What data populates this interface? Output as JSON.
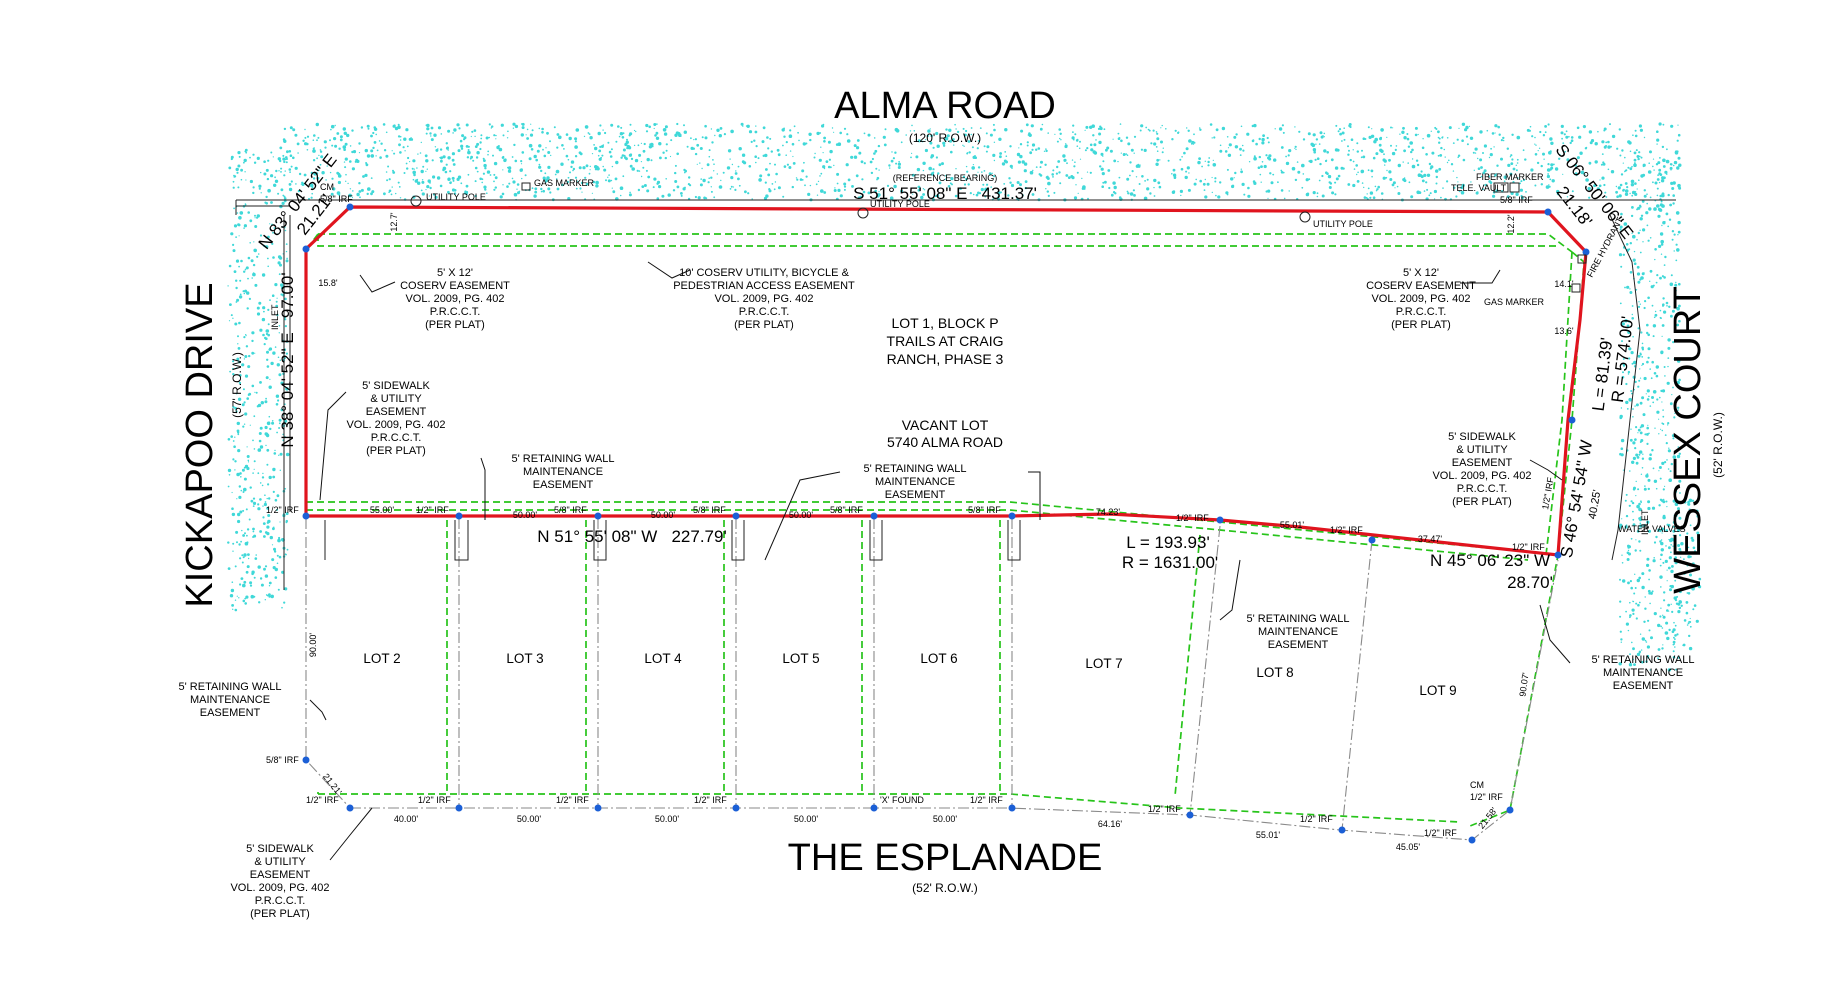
{
  "roads": {
    "north": {
      "name": "ALMA ROAD",
      "row": "(120' R.O.W.)"
    },
    "south": {
      "name": "THE ESPLANADE",
      "row": "(52' R.O.W.)"
    },
    "west": {
      "name": "KICKAPOO DRIVE",
      "row": "(57' R.O.W.)"
    },
    "east": {
      "name": "WESSEX COURT",
      "row": "(52' R.O.W.)"
    }
  },
  "boundary_calls": {
    "north": "S 51° 55' 08\" E   431.37'",
    "reference": "(REFERENCE BEARING)",
    "west": "N 38° 04' 52\" E   97.00'",
    "nw_corner_bearing": "N 83° 04' 52\" E",
    "nw_corner_dist": "21.21'",
    "ne_corner_bearing": "S 06° 50' 06\" E",
    "ne_corner_dist": "21.18'",
    "east_curve_l": "L = 81.39'",
    "east_curve_r": "R = 574.00'",
    "south_main": "N 51° 55' 08\" W   227.79'",
    "south_curve_l": "L = 193.93'",
    "south_curve_r": "R = 1631.00'",
    "se_bearing": "N 45° 06' 23\" W",
    "se_dist": "28.70'",
    "east_lower": "S 46° 54' 54\" W",
    "east_lower_dist": "40.25'"
  },
  "center_lot": {
    "line1": "LOT 1, BLOCK P",
    "line2": "TRAILS AT CRAIG",
    "line3": "RANCH, PHASE 3",
    "vacant": "VACANT LOT",
    "address": "5740 ALMA ROAD"
  },
  "lots": [
    "LOT 2",
    "LOT 3",
    "LOT 4",
    "LOT 5",
    "LOT 6",
    "LOT 7",
    "LOT 8",
    "LOT 9"
  ],
  "features": {
    "utility_pole": "UTILITY POLE",
    "gas_marker": "GAS MARKER",
    "fiber_marker": "FIBER MARKER",
    "tele_vault": "TELE. VAULT",
    "fire_hydrant": "FIRE HYDRANT",
    "water_valves": "WATER VALVES",
    "inlet": "INLET",
    "cm": "CM",
    "irf_58": "5/8\" IRF",
    "irf_12": "1/2\" IRF",
    "x_found": "'X' FOUND"
  },
  "notes": {
    "coserv_a": "5' X 12'",
    "coserv_b": "COSERV EASEMENT",
    "vol": "VOL. 2009, PG. 402",
    "prcct": "P.R.C.C.T.",
    "per_plat": "(PER PLAT)",
    "utility_a": "10' COSERV UTILITY, BICYCLE &",
    "utility_b": "PEDESTRIAN ACCESS EASEMENT",
    "sidewalk_a": "5' SIDEWALK",
    "sidewalk_b": "& UTILITY",
    "sidewalk_c": "EASEMENT",
    "rw_a": "5' RETAINING WALL",
    "rw_b": "MAINTENANCE",
    "rw_c": "EASEMENT"
  },
  "dims": {
    "d12_7": "12.7'",
    "d12_2": "12.2'",
    "d15_8": "15.8'",
    "d14_1": "14.1'",
    "d13_6": "13.6'",
    "d55": "55.00'",
    "d50": "50.00'",
    "d74": "74.23'",
    "d55b": "55.01'",
    "d37": "37.47'",
    "d90a": "90.00'",
    "d90b": "90.07'",
    "d21a": "21.21'",
    "d40": "40.00'",
    "d64": "64.16'",
    "d45": "45.05'",
    "d21b": "21.58'"
  }
}
